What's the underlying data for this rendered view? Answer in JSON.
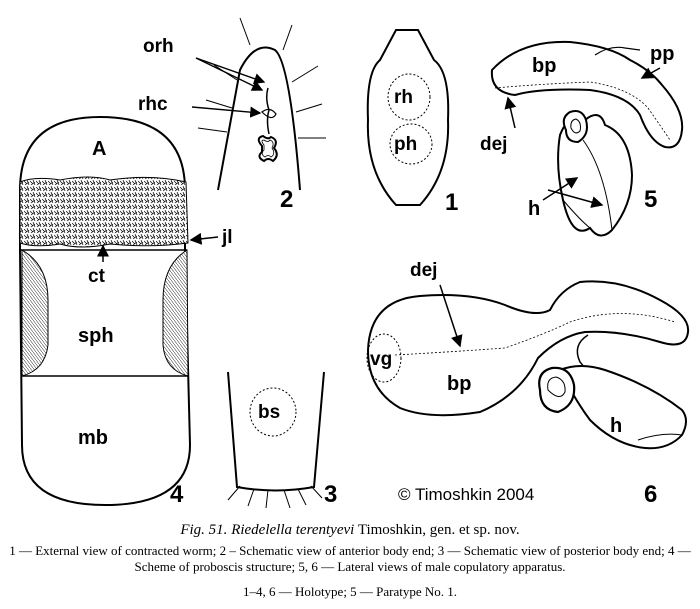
{
  "figure": {
    "fig_no": "Fig. 51.",
    "species": "Riedelella terentyevi",
    "authority": "Timoshkin, gen. et sp. nov.",
    "copyright": "© Timoshkin 2004",
    "legend_line1": "1 — External view of contracted worm; 2 – Schematic view of anterior body end;  3 — Schematic view of posterior body end;  4 —  Scheme of proboscis structure; 5, 6 — Lateral views of male copulatory apparatus.",
    "legend_line2": "1–4, 6 — Holotype; 5 — Paratype No. 1."
  },
  "panels": {
    "p1": {
      "number": "1",
      "labels": {
        "rh": "rh",
        "ph": "ph"
      }
    },
    "p2": {
      "number": "2",
      "labels": {
        "orh": "orh",
        "rhc": "rhc"
      }
    },
    "p3": {
      "number": "3",
      "labels": {
        "bs": "bs"
      }
    },
    "p4": {
      "number": "4",
      "labels": {
        "A": "A",
        "jl": "jl",
        "ct": "ct",
        "sph": "sph",
        "mb": "mb"
      }
    },
    "p5": {
      "number": "5",
      "labels": {
        "bp": "bp",
        "pp": "pp",
        "dej": "dej",
        "h": "h"
      }
    },
    "p6": {
      "number": "6",
      "labels": {
        "dej": "dej",
        "vg": "vg",
        "bp": "bp",
        "h": "h"
      }
    }
  }
}
